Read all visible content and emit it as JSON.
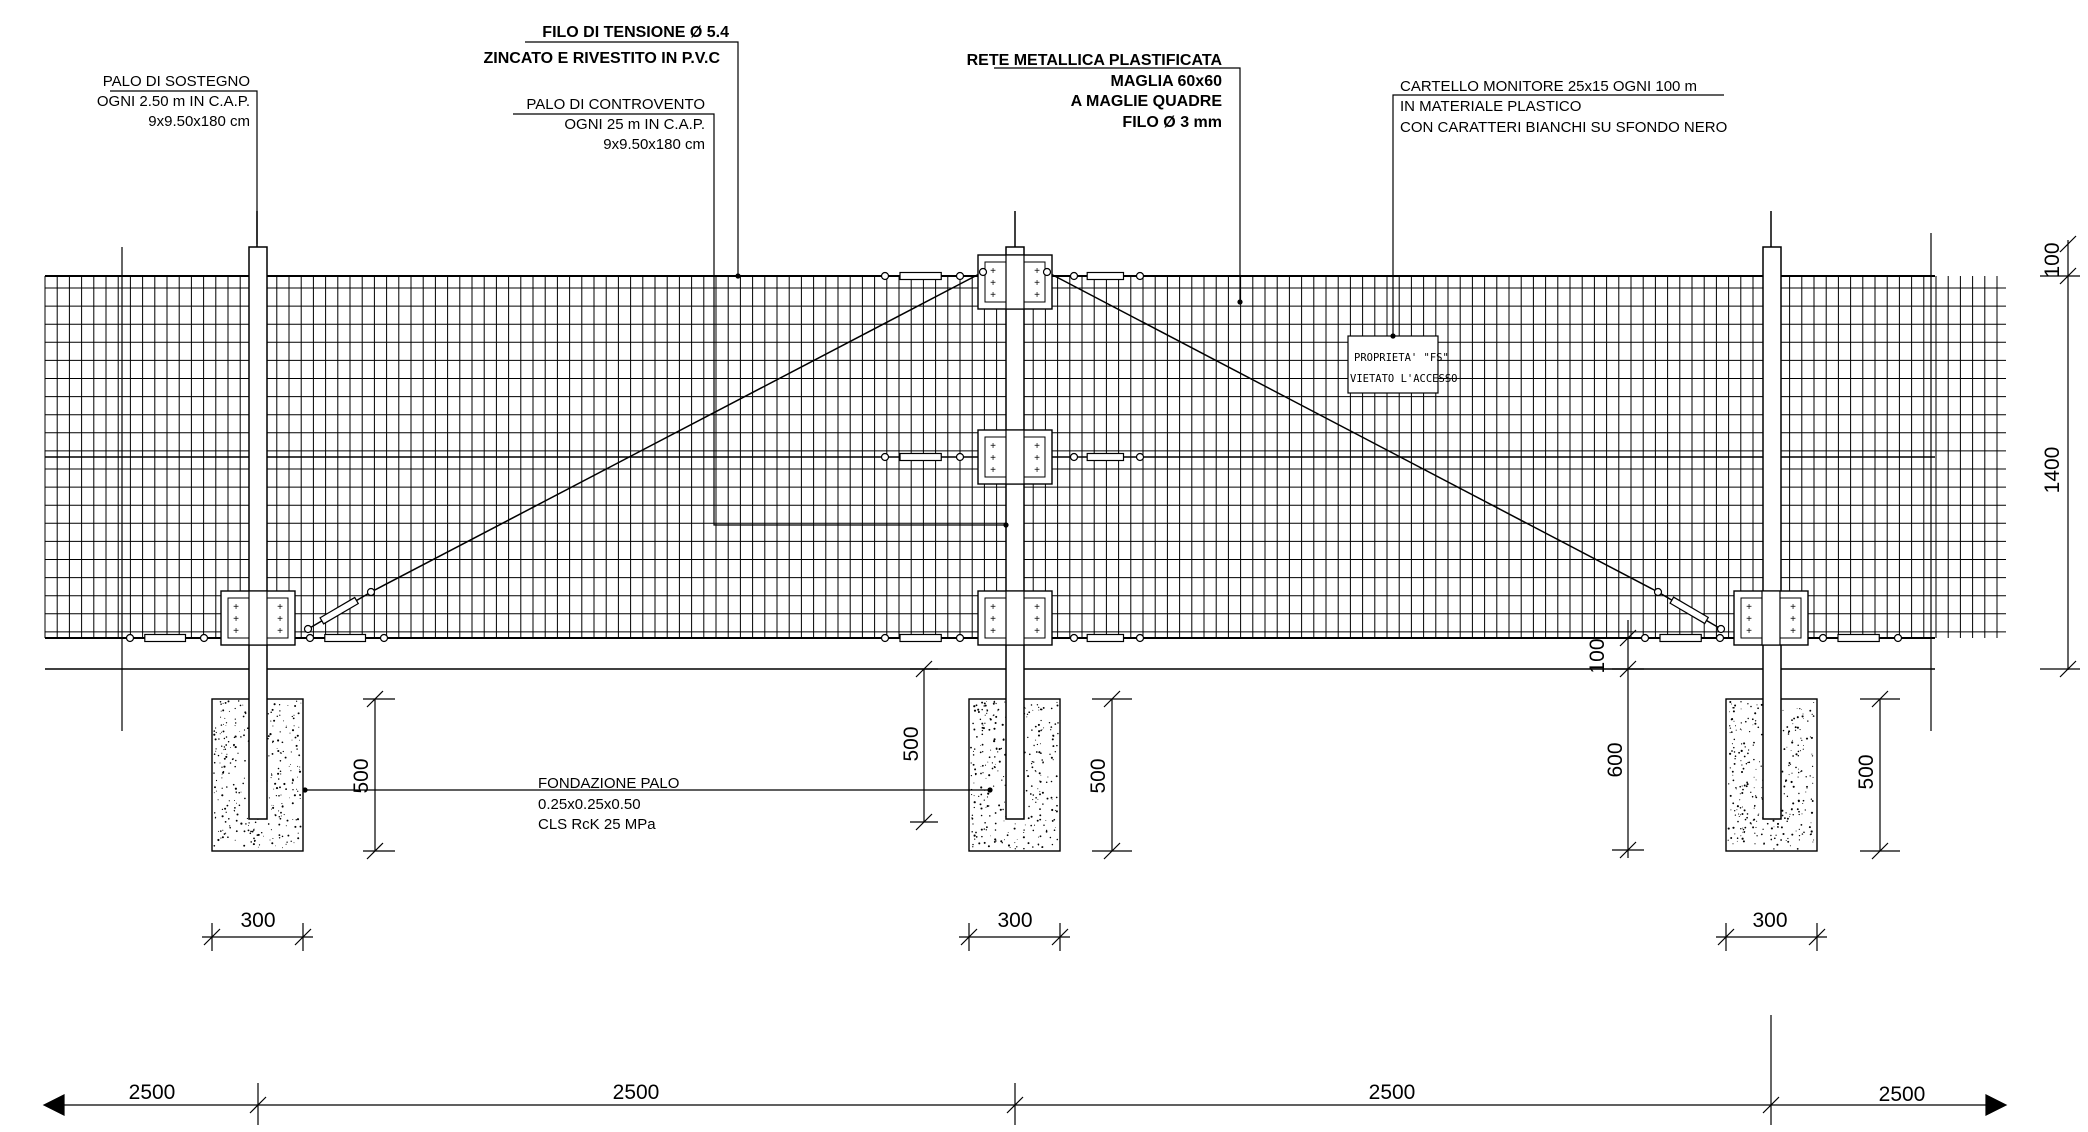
{
  "labels": {
    "palo_sostegno": [
      "PALO DI SOSTEGNO",
      "OGNI 2.50 m IN C.A.P.",
      "9x9.50x180 cm"
    ],
    "filo_tensione": [
      "FILO DI TENSIONE Ø 5.4",
      "ZINCATO E RIVESTITO IN P.V.C"
    ],
    "palo_controvento": [
      "PALO DI CONTROVENTO",
      "OGNI 25 m IN C.A.P.",
      "9x9.50x180 cm"
    ],
    "rete_metallica": [
      "RETE METALLICA  PLASTIFICATA",
      "MAGLIA 60x60",
      "A MAGLIE QUADRE",
      "FILO Ø 3 mm"
    ],
    "cartello": [
      "CARTELLO MONITORE 25x15 OGNI 100 m",
      "IN MATERIALE PLASTICO",
      "CON CARATTERI BIANCHI SU SFONDO NERO"
    ],
    "fondazione": [
      "FONDAZIONE PALO",
      "0.25x0.25x0.50",
      "CLS RcK 25 MPa"
    ]
  },
  "sign_text": [
    "PROPRIETA' \"FS\"",
    "VIETATO L'ACCESSO"
  ],
  "dimensions": {
    "height_top": "100",
    "height_mesh": "1400",
    "gap_ground": "100",
    "post_embed": "600",
    "foundation_depth_left": "500",
    "foundation_depth_mid_a": "500",
    "foundation_depth_mid_b": "500",
    "foundation_depth_right": "500",
    "foundation_width_left": "300",
    "foundation_width_mid": "300",
    "foundation_width_right": "300",
    "spacing": [
      "2500",
      "2500",
      "2500",
      "2500"
    ]
  },
  "colors": {
    "line": "#000000",
    "concrete": "#ffffff"
  }
}
